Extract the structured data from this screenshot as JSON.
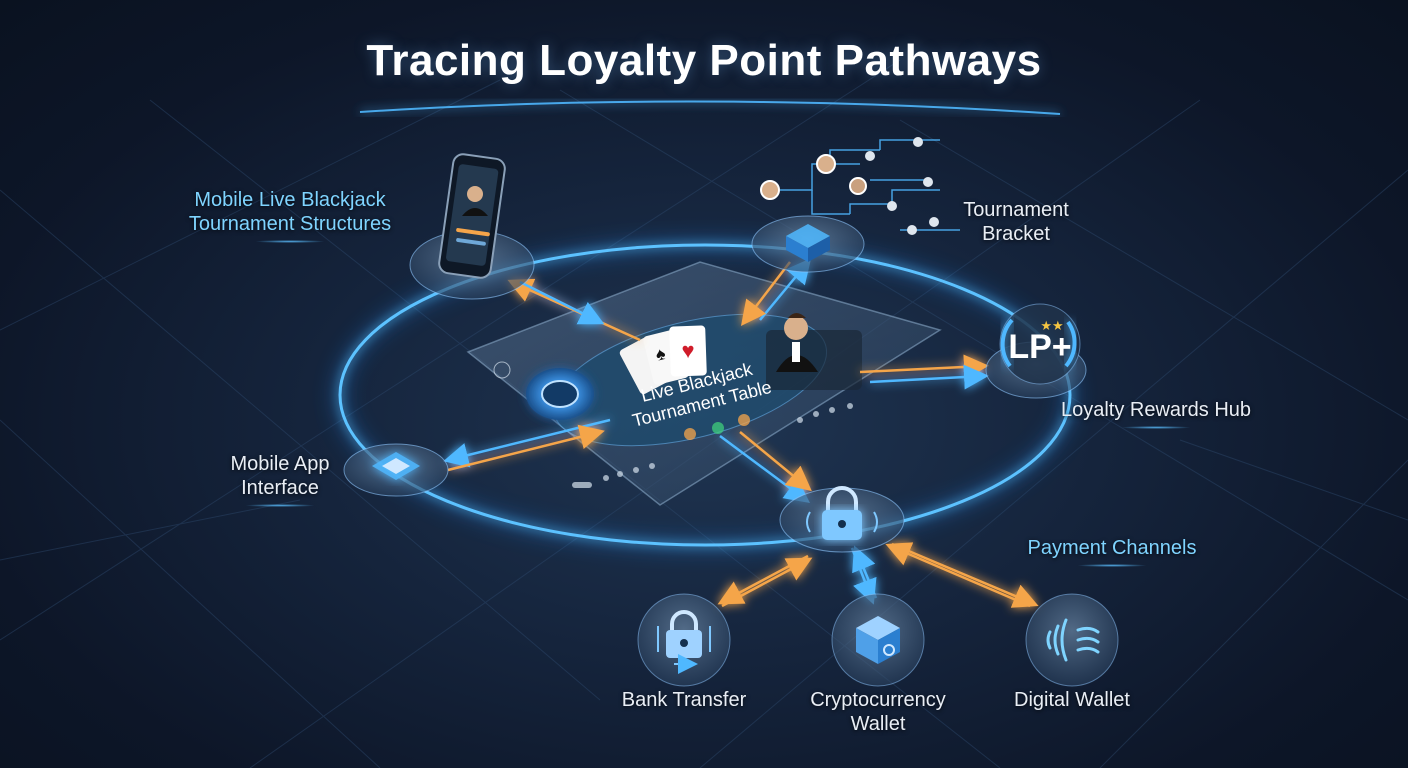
{
  "title": "Tracing Loyalty Point Pathways",
  "center": {
    "label": "Live Blackjack Tournament Table"
  },
  "nodes": {
    "mobile_structures": "Mobile Live Blackjack Tournament Structures",
    "tournament_bracket": "Tournament Bracket",
    "loyalty_hub": "Loyalty Rewards Hub",
    "loyalty_badge": "LP+",
    "mobile_app": "Mobile App Interface",
    "payment_channels": "Payment Channels",
    "bank_transfer": "Bank Transfer",
    "crypto_wallet": "Cryptocurrency Wallet",
    "digital_wallet": "Digital Wallet"
  },
  "colors": {
    "ring": "#3aa8ff",
    "arrow_orange": "#f5a54a",
    "arrow_blue": "#4fb8ff",
    "accent_cyan": "#7fd4ff"
  },
  "icons": {
    "mobile_structures": "smartphone-icon",
    "tournament_bracket": "bracket-cube-icon",
    "loyalty_hub": "lp-plus-badge-icon",
    "mobile_app": "app-cube-icon",
    "payment_hub": "padlock-icon",
    "bank_transfer": "bank-lock-icon",
    "crypto_wallet": "crypto-cube-icon",
    "digital_wallet": "contactless-icon"
  }
}
